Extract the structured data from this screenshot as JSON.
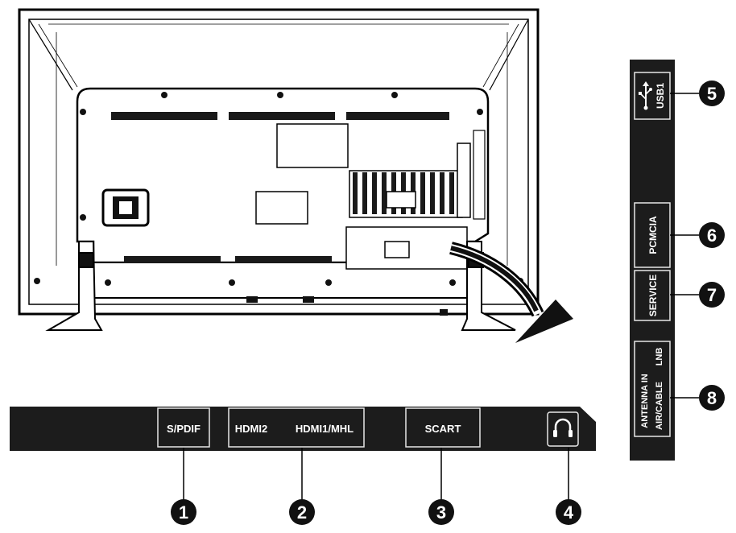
{
  "bottom_panel": {
    "ports": [
      {
        "number": "1",
        "label": "S/PDIF"
      },
      {
        "number": "2",
        "label_a": "HDMI2",
        "label_b": "HDMI1/MHL"
      },
      {
        "number": "3",
        "label": "SCART"
      },
      {
        "number": "4",
        "icon": "headphone-icon"
      }
    ]
  },
  "side_panel": {
    "ports": [
      {
        "number": "5",
        "label": "USB1",
        "icon": "usb-icon"
      },
      {
        "number": "6",
        "label": "PCMCIA"
      },
      {
        "number": "7",
        "label": "SERVICE"
      },
      {
        "number": "8",
        "label_a": "ANTENNA IN",
        "label_b": "AIR/CABLE",
        "label_c": "LNB"
      }
    ]
  },
  "colors": {
    "panel": "#1c1c1c",
    "line": "#000000",
    "background": "#ffffff"
  }
}
